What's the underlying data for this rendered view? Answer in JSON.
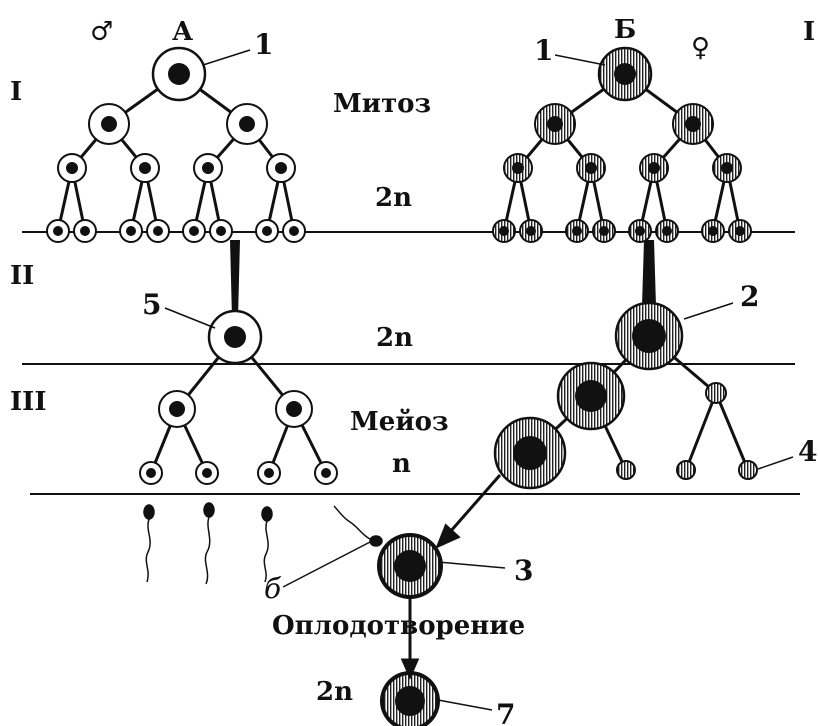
{
  "labels": {
    "male_symbol": "♂",
    "female_symbol": "♀",
    "col_a": "А",
    "col_b": "Б",
    "stage_1": "I",
    "stage_2": "II",
    "stage_3": "III",
    "stage_1_right": "I",
    "mitosis": "Митоз",
    "meiosis": "Мейоз",
    "ploidy_2n_top": "2n",
    "ploidy_2n_mid": "2n",
    "ploidy_n": "n",
    "ploidy_2n_zygote": "2n",
    "fertilization": "Оплодотворение",
    "num_1_left": "1",
    "num_1_right": "1",
    "num_2": "2",
    "num_3": "3",
    "num_4": "4",
    "num_5": "5",
    "num_7": "7",
    "letter_b": "б"
  },
  "colors": {
    "ink": "#111111",
    "background": "#ffffff"
  }
}
